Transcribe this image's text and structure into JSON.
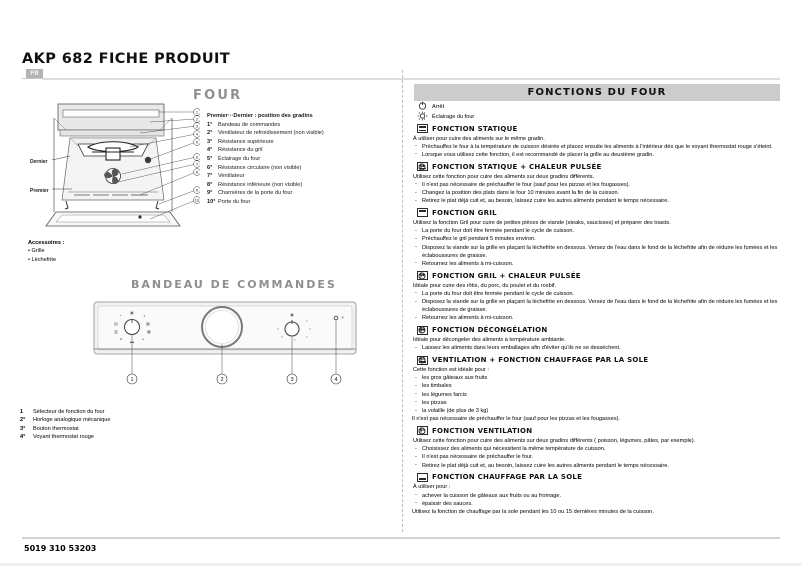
{
  "document": {
    "title": "AKP 682 FICHE PRODUIT",
    "language_tab": "FR",
    "footer_code": "5019 310 53203"
  },
  "left": {
    "oven_section_title": "FOUR",
    "oven_labels": {
      "top": "Dernier",
      "bottom": "Premier"
    },
    "oven_callouts": [
      "1",
      "2",
      "3",
      "4",
      "5",
      "6",
      "7",
      "8",
      "9",
      "10"
    ],
    "legend_intro": "Premier···Dernier : position des gradins",
    "legend_items": [
      {
        "num": "1°",
        "text": "Bandeau de commandes"
      },
      {
        "num": "2°",
        "text": "Ventilateur de refroidissement (non visible)"
      },
      {
        "num": "3°",
        "text": "Résistance supérieure"
      },
      {
        "num": "4°",
        "text": "Résistance du gril"
      },
      {
        "num": "5°",
        "text": "Éclairage du four"
      },
      {
        "num": "6°",
        "text": "Résistance circulaire (non visible)"
      },
      {
        "num": "7°",
        "text": "Ventilateur"
      },
      {
        "num": "8°",
        "text": "Résistance inférieure (non visible)"
      },
      {
        "num": "9°",
        "text": "Charnières de la porte du four"
      },
      {
        "num": "10°",
        "text": "Porte du four"
      }
    ],
    "accessories_title": "Accessoires :",
    "accessories": [
      "Grille",
      "Lèchefrite"
    ],
    "panel_section_title": "BANDEAU DE COMMANDES",
    "panel_callouts": [
      "1",
      "2",
      "3",
      "4"
    ],
    "panel_legend": [
      {
        "num": "1",
        "text": "Sélecteur de fonction du four"
      },
      {
        "num": "2°",
        "text": "Horloge analogique mécanique"
      },
      {
        "num": "3°",
        "text": "Bouton thermostat"
      },
      {
        "num": "4°",
        "text": "Voyant thermostat rouge"
      }
    ]
  },
  "right": {
    "band_title": "FONCTIONS DU FOUR",
    "simple_items": [
      {
        "icon": "power-off-icon",
        "label": "Arrêt"
      },
      {
        "icon": "oven-lamp-icon",
        "label": "Éclairage du four"
      }
    ],
    "functions": [
      {
        "icon": "static-function-icon",
        "title": "FONCTION STATIQUE",
        "intro": "À utiliser pour cuire des aliments sur le même gradin.",
        "items": [
          "Préchauffez le four à la température de cuisson désirée et placez ensuite les aliments à l'intérieur dès que le voyant thermostat rouge s'éteint.",
          "Lorsque vous utilisez cette fonction, il est recommandé de placer la grille au deuxième gradin."
        ],
        "outro": ""
      },
      {
        "icon": "static-fan-function-icon",
        "title": "FONCTION STATIQUE + CHALEUR PULSÉE",
        "intro": "Utilisez cette fonction pour cuire des aliments sur deux gradins différents.",
        "items": [
          "Il n'est pas nécessaire de préchauffer le four (sauf pour les pizzas et les fougasses).",
          "Changez la position des plats dans le four 10 minutes avant la fin de la cuisson.",
          "Retirez le plat déjà cuit et, au besoin, laissez cuire les autres aliments pendant le temps nécessaire."
        ],
        "outro": ""
      },
      {
        "icon": "grill-function-icon",
        "title": "FONCTION GRIL",
        "intro": "Utilisez la fonction Gril pour cuire de petites pièces de viande (steaks, saucisses) et préparer des toasts.",
        "items": [
          "La porte du four doit être fermée pendant le cycle de cuisson.",
          "Préchauffez le gril pendant 5 minutes environ.",
          "Disposez la viande sur la grille en plaçant la lèchefrite en dessous. Versez de l'eau dans le fond de la lèchefrite afin de réduire les fumées et les éclaboussures de graisse.",
          "Retournez les aliments à mi-cuisson."
        ],
        "outro": ""
      },
      {
        "icon": "grill-fan-function-icon",
        "title": "FONCTION GRIL + CHALEUR PULSÉE",
        "intro": "Idéale pour cuire des rôtis, du porc, du poulet et du rosbif.",
        "items": [
          "La porte du four doit être fermée pendant le cycle de cuisson.",
          "Disposez la viande sur la grille en plaçant la lèchefrite en dessous. Versez de l'eau dans le fond de la lèchefrite afin de réduire les fumées et les éclaboussures de graisse.",
          "Retournez les aliments à mi-cuisson."
        ],
        "outro": ""
      },
      {
        "icon": "defrost-function-icon",
        "title": "FONCTION DÉCONGÉLATION",
        "intro": "Idéale pour décongeler des aliments à température ambiante.",
        "items": [
          "Laissez les aliments dans leurs emballages afin d'éviter qu'ils ne se dessèchent."
        ],
        "outro": ""
      },
      {
        "icon": "fan-bottom-heat-function-icon",
        "title": "VENTILATION + FONCTION CHAUFFAGE PAR LA SOLE",
        "intro": "Cette fonction est idéale pour :",
        "items": [
          "les gros gâteaux aux fruits",
          "les timbales",
          "les légumes farcis",
          "les pizzas",
          "la volaille (de plus de 3 kg)"
        ],
        "outro": "Il n'est pas nécessaire de préchauffer le four (sauf pour les pizzas et les fougasses)."
      },
      {
        "icon": "ventilation-function-icon",
        "title": "FONCTION VENTILATION",
        "intro": "Utilisez cette fonction pour cuire des aliments sur deux gradins différents ( poisson, légumes, pâtes, par exemple).",
        "items": [
          "Choisissez des aliments qui nécessitent la même température de cuisson.",
          "Il n'est pas nécessaire de préchauffer le four.",
          "Retirez le plat déjà cuit et, au besoin, laissez cuire les autres aliments pendant le temps nécessaire."
        ],
        "outro": ""
      },
      {
        "icon": "bottom-heat-function-icon",
        "title": "FONCTION CHAUFFAGE PAR LA SOLE",
        "intro": "À utiliser pour :",
        "items": [
          "achever la cuisson de gâteaux aux fruits ou au fromage.",
          "épaissir des sauces."
        ],
        "outro": "Utilisez la fonction de chauffage par la sole pendant les 10 ou 15 dernières minutes de la cuisson."
      }
    ]
  },
  "colors": {
    "band_grey": "#cccccc",
    "section_title_grey": "#8f8f8f",
    "rule_grey": "#d2d2d2"
  }
}
